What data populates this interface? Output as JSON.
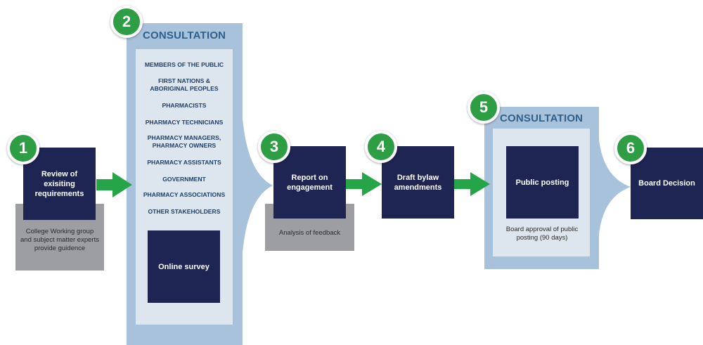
{
  "colors": {
    "navy": "#1f2553",
    "badge_green": "#2e9e45",
    "arrow_green": "#25a548",
    "panel_blue": "#a8c2dc",
    "panel_inner": "#dde6ee",
    "grey_box": "#9c9ea2",
    "title_blue": "#2f5f8a"
  },
  "steps": [
    {
      "number": "1",
      "box": "Review of exisiting requirements",
      "note": "College Working group and subject matter experts provide guidence"
    },
    {
      "number": "2",
      "title": "CONSULTATION",
      "stakeholders": [
        "MEMBERS OF THE PUBLIC",
        "FIRST NATIONS & ABORIGINAL PEOPLES",
        "PHARMACISTS",
        "PHARMACY TECHNICIANS",
        "PHARMACY MANAGERS, PHARMACY OWNERS",
        "PHARMACY ASSISTANTS",
        "GOVERNMENT",
        "PHARMACY ASSOCIATIONS",
        "OTHER STAKEHOLDERS"
      ],
      "box": "Online survey"
    },
    {
      "number": "3",
      "box": "Report on engagement",
      "note": "Analysis of feedback"
    },
    {
      "number": "4",
      "box": "Draft bylaw amendments"
    },
    {
      "number": "5",
      "title": "CONSULTATION",
      "box": "Public posting",
      "note": "Board approval of public posting (90 days)"
    },
    {
      "number": "6",
      "box": "Board Decision"
    }
  ]
}
